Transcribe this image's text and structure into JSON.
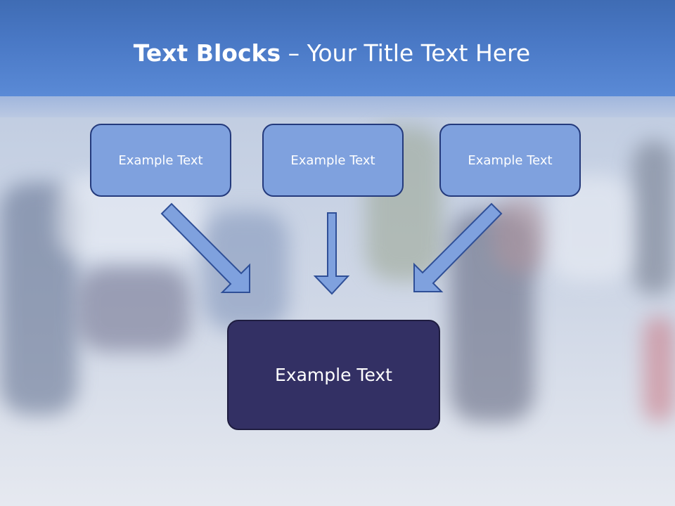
{
  "title": {
    "bold": "Text Blocks",
    "separator": " – ",
    "regular": "Your Title Text Here"
  },
  "blocks": {
    "top": [
      "Example Text",
      "Example Text",
      "Example Text"
    ],
    "bottom": "Example Text"
  },
  "colors": {
    "header": "#4a79c6",
    "top_block_fill": "#7fa1de",
    "top_block_border": "#243a7c",
    "bottom_block_fill": "#333064",
    "arrow_fill": "#7fa1de",
    "arrow_stroke": "#2f4f97"
  }
}
